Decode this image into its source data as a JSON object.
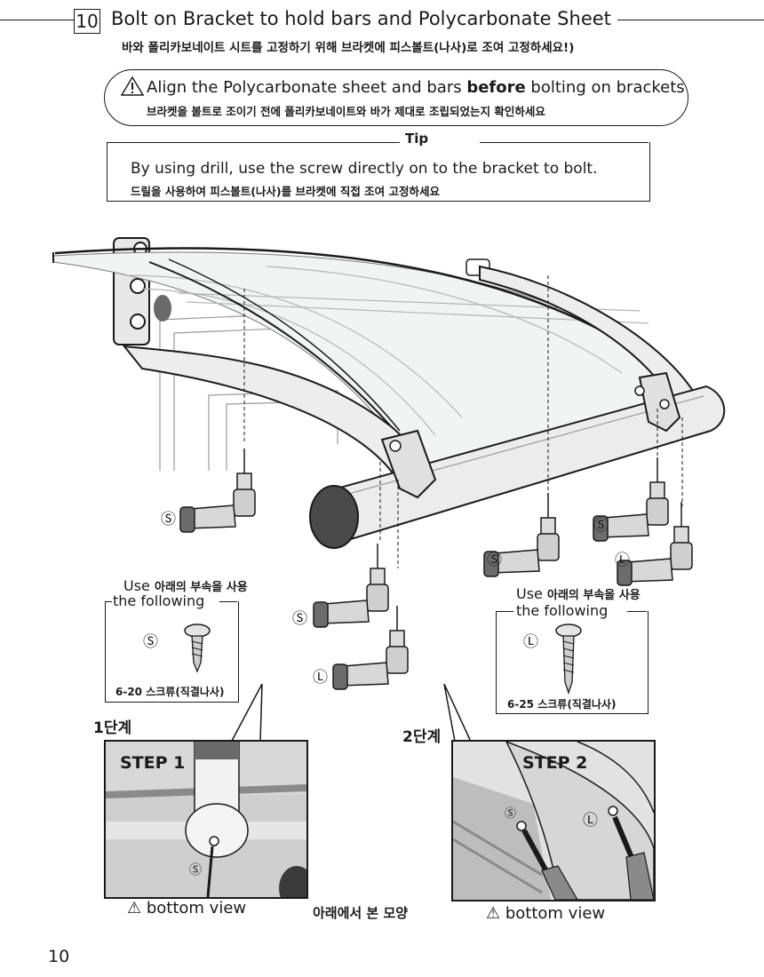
{
  "header": {
    "step_number": "10",
    "title": "Bolt on Bracket to hold bars and Polycarbonate Sheet",
    "subtitle_ko": "바와 폴리카보네이트 시트를 고정하기 위해 브라켓에 피스볼트(나사)로 조여 고정하세요!)"
  },
  "warning": {
    "icon": "warning-triangle-icon",
    "text_pre": "Align the Polycarbonate sheet and bars ",
    "text_bold": "before",
    "text_post": " bolting on brackets",
    "text_ko": "브라켓을 볼트로 조이기 전에 폴리카보네이트와 바가 제대로 조립되었는지 확인하세요"
  },
  "tip": {
    "label": "Tip",
    "text": "By using drill, use the screw directly on to the bracket to bolt.",
    "text_ko": "드릴을 사용하여 피스볼트(나사)를 브라켓에 직접 조여 고정하세요"
  },
  "left_parts": {
    "use_label": "Use",
    "use_ko": "아래의 부속을 사용",
    "following": "the following",
    "screw_mark": "S",
    "screw_name": "6-20 스크류(직결나사)"
  },
  "right_parts": {
    "use_label": "Use",
    "use_ko": "아래의 부속을 사용",
    "following": "the following",
    "screw_mark": "L",
    "screw_name": "6-25 스크류(직결나사)"
  },
  "drill_marks": {
    "s": "S",
    "l": "L"
  },
  "step1": {
    "label_ko": "1단계",
    "title": "STEP 1",
    "mark": "S"
  },
  "step2": {
    "label_ko": "2단계",
    "title": "STEP 2",
    "mark_s": "S",
    "mark_l": "L"
  },
  "bottom_view": "⚠ bottom view",
  "bottom_view_ko": "아래에서 본 모양",
  "page_number": "10"
}
